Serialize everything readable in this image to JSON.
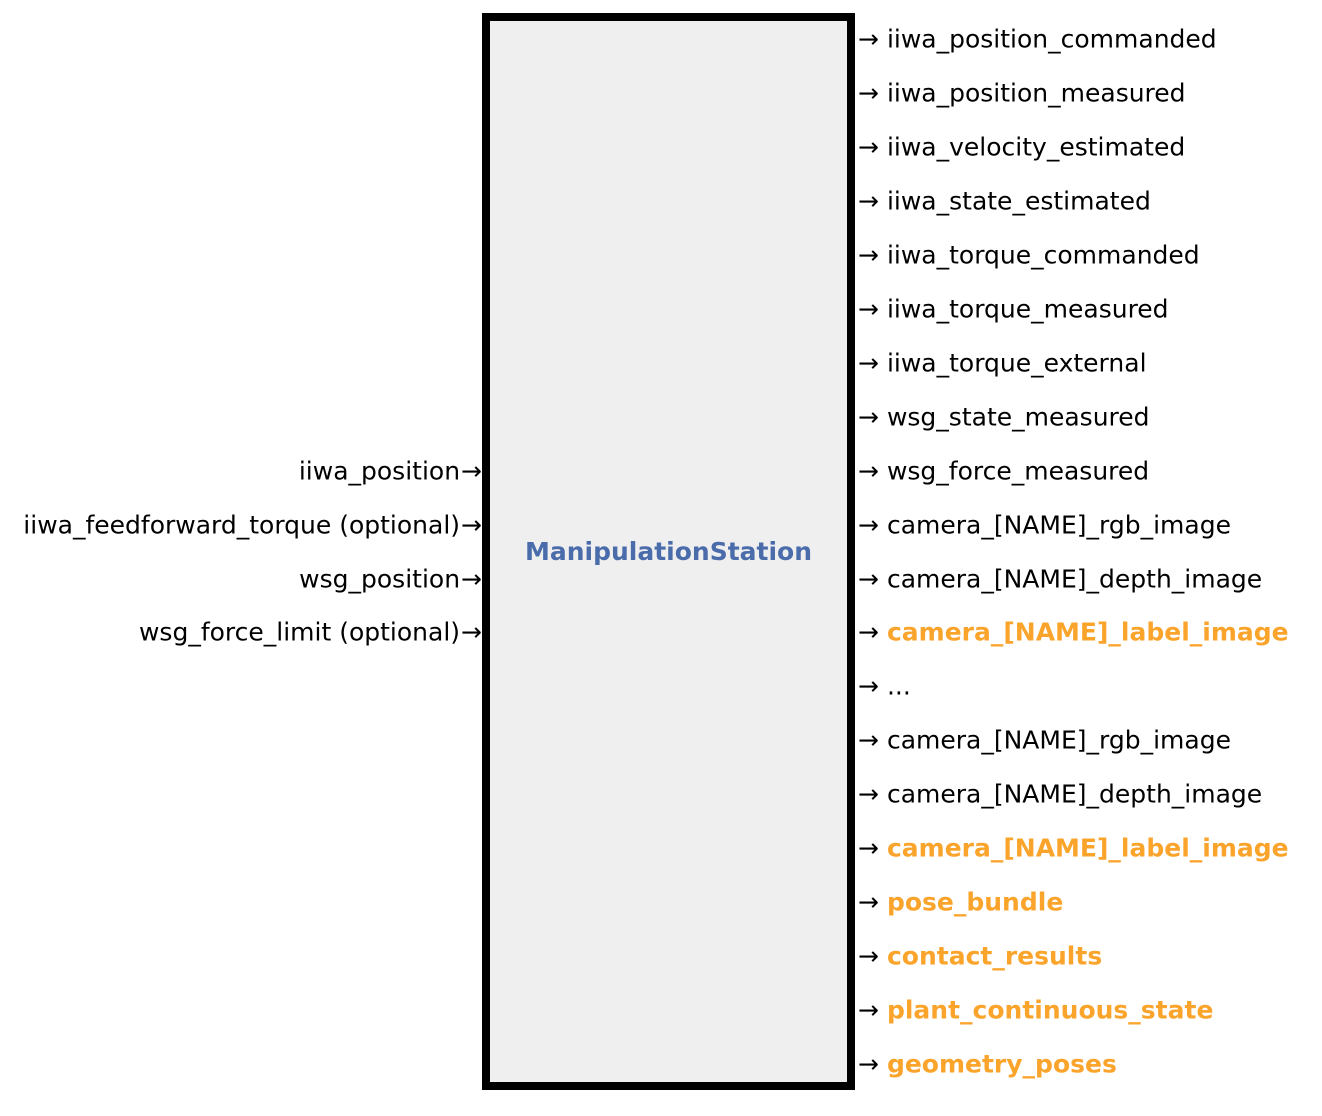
{
  "diagram": {
    "kind": "system-block-diagram",
    "block_title": "ManipulationStation",
    "arrow_glyph": "→",
    "colors": {
      "block_fill": "#efefef",
      "block_border": "#000000",
      "title_text": "#4a6cab",
      "port_text": "#000000",
      "highlight_text": "#fba42c"
    },
    "input_ports": [
      {
        "label": "iiwa_position",
        "highlight": false
      },
      {
        "label": "iiwa_feedforward_torque (optional)",
        "highlight": false
      },
      {
        "label": "wsg_position",
        "highlight": false
      },
      {
        "label": "wsg_force_limit (optional)",
        "highlight": false
      }
    ],
    "output_ports": [
      {
        "label": "iiwa_position_commanded",
        "highlight": false
      },
      {
        "label": "iiwa_position_measured",
        "highlight": false
      },
      {
        "label": "iiwa_velocity_estimated",
        "highlight": false
      },
      {
        "label": "iiwa_state_estimated",
        "highlight": false
      },
      {
        "label": "iiwa_torque_commanded",
        "highlight": false
      },
      {
        "label": "iiwa_torque_measured",
        "highlight": false
      },
      {
        "label": "iiwa_torque_external",
        "highlight": false
      },
      {
        "label": "wsg_state_measured",
        "highlight": false
      },
      {
        "label": "wsg_force_measured",
        "highlight": false
      },
      {
        "label": "camera_[NAME]_rgb_image",
        "highlight": false
      },
      {
        "label": "camera_[NAME]_depth_image",
        "highlight": false
      },
      {
        "label": "camera_[NAME]_label_image",
        "highlight": true
      },
      {
        "label": "...",
        "highlight": false
      },
      {
        "label": "camera_[NAME]_rgb_image",
        "highlight": false
      },
      {
        "label": "camera_[NAME]_depth_image",
        "highlight": false
      },
      {
        "label": "camera_[NAME]_label_image",
        "highlight": true
      },
      {
        "label": "pose_bundle",
        "highlight": true
      },
      {
        "label": "contact_results",
        "highlight": true
      },
      {
        "label": "plant_continuous_state",
        "highlight": true
      },
      {
        "label": "geometry_poses",
        "highlight": true
      }
    ]
  }
}
